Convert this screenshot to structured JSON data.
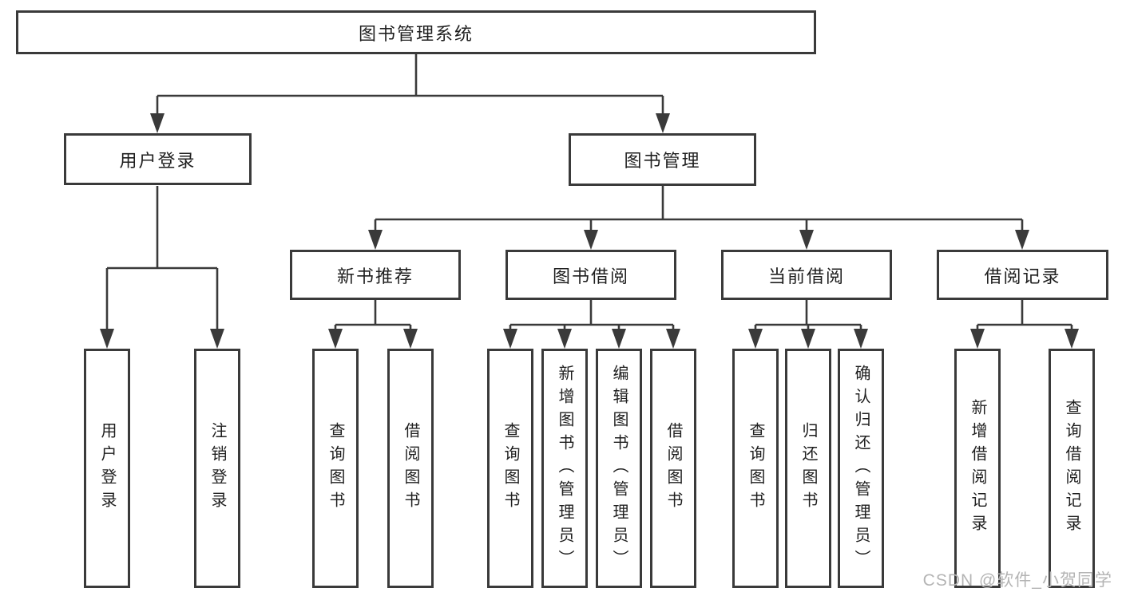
{
  "diagram": {
    "root": {
      "label": "图书管理系统",
      "children": [
        {
          "label": "用户登录",
          "children": [
            {
              "label": "用户登录"
            },
            {
              "label": "注销登录"
            }
          ]
        },
        {
          "label": "图书管理",
          "children": [
            {
              "label": "新书推荐",
              "children": [
                {
                  "label": "查询图书"
                },
                {
                  "label": "借阅图书"
                }
              ]
            },
            {
              "label": "图书借阅",
              "children": [
                {
                  "label": "查询图书"
                },
                {
                  "label": "新增图书（管理员）"
                },
                {
                  "label": "编辑图书（管理员）"
                },
                {
                  "label": "借阅图书"
                }
              ]
            },
            {
              "label": "当前借阅",
              "children": [
                {
                  "label": "查询图书"
                },
                {
                  "label": "归还图书"
                },
                {
                  "label": "确认归还（管理员）"
                }
              ]
            },
            {
              "label": "借阅记录",
              "children": [
                {
                  "label": "新增借阅记录"
                },
                {
                  "label": "查询借阅记录"
                }
              ]
            }
          ]
        }
      ]
    },
    "watermark": "CSDN @软件_小贺同学",
    "colors": {
      "line": "#3a3a3a",
      "box_border": "#3a3a3a",
      "text": "#1f1f1f",
      "watermark": "#b4b4b4",
      "background": "#ffffff"
    }
  }
}
